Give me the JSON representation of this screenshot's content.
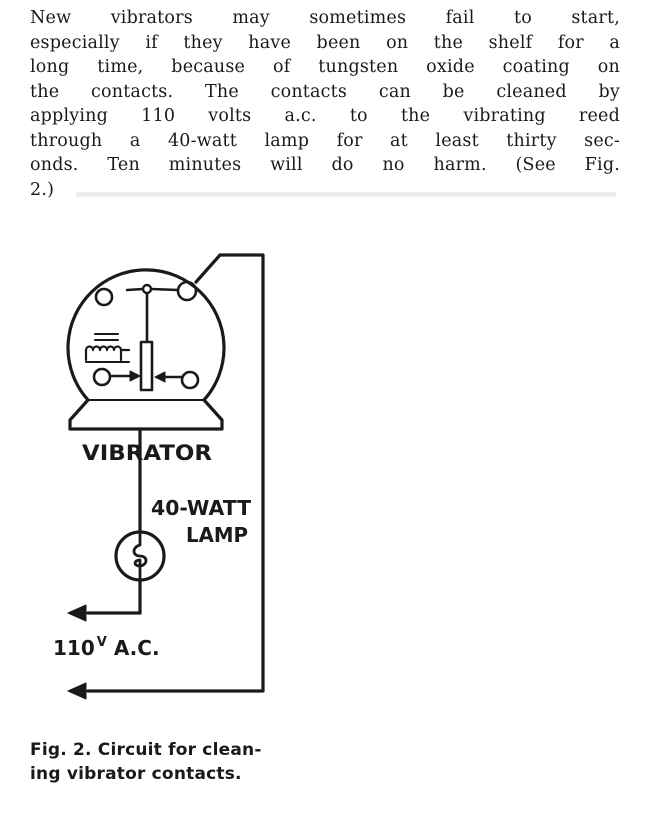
{
  "paragraph_lines": [
    "New vibrators may sometimes fail to start,",
    "especially if they have been on the shelf for a",
    "long time, because of tungsten oxide coating on",
    "the contacts. The contacts can be cleaned by",
    "applying 110 volts a.c. to the vibrating reed",
    "through a 40-watt lamp for at least thirty sec-",
    "onds. Ten minutes will do no harm. (See Fig.",
    "2.)"
  ],
  "diagram": {
    "vibrator_label": "VIBRATOR",
    "lamp_label_1": "40-WATT",
    "lamp_label_2": "LAMP",
    "supply_label": "110",
    "supply_superscript": "V",
    "supply_suffix": "A.C."
  },
  "caption_lines": [
    "Fig. 2. Circuit for clean-",
    "ing vibrator contacts."
  ]
}
